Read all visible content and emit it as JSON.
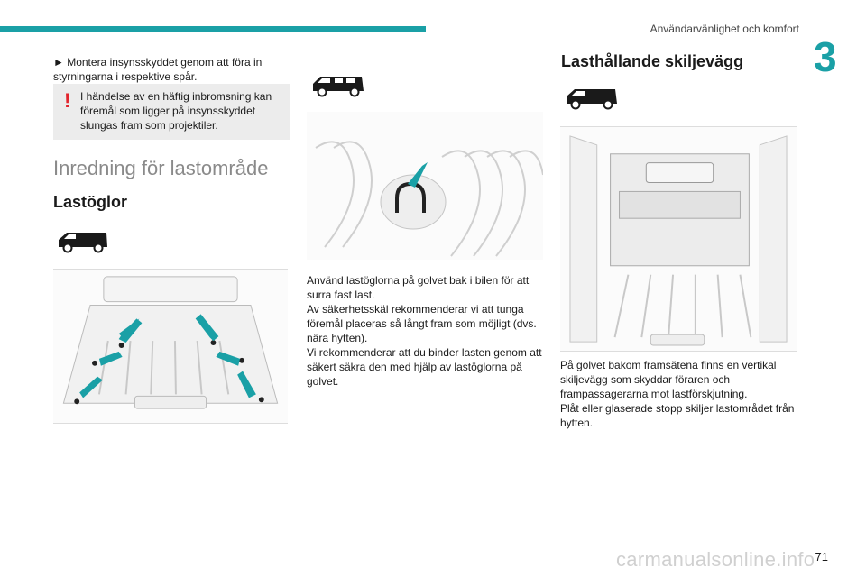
{
  "header": {
    "section_title": "Användarvänlighet och komfort",
    "chapter_number": "3"
  },
  "col1": {
    "bullet_text": "► Montera insynsskyddet genom att föra in styrningarna i respektive spår.",
    "warning_mark": "!",
    "warning_text": "I händelse av en häftig inbromsning kan föremål som ligger på insynsskyddet slungas fram som projektiler.",
    "section_heading": "Inredning för lastområde",
    "sub_heading": "Lastöglor"
  },
  "col2": {
    "paragraph": "Använd lastöglorna på golvet bak i bilen för att surra fast last.\nAv säkerhetsskäl rekommenderar vi att tunga föremål placeras så långt fram som möjligt (dvs. nära hytten).\nVi rekommenderar att du binder lasten genom att säkert säkra den med hjälp av lastöglorna på golvet."
  },
  "col3": {
    "sub_heading": "Lasthållande skiljevägg",
    "paragraph": "På golvet bakom framsätena finns en vertikal skiljevägg som skyddar föraren och frampassagerarna mot lastförskjutning.\nPlåt eller glaserade stopp skiljer lastområdet från hytten."
  },
  "footer": {
    "page_number": "71",
    "watermark": "carmanualsonline.info"
  },
  "colors": {
    "accent": "#1aa0a6",
    "warning": "#e2242c",
    "arrow": "#1aa0a6"
  },
  "icons": [
    "van-icon",
    "warning-exclamation-icon",
    "arrow-icon"
  ]
}
